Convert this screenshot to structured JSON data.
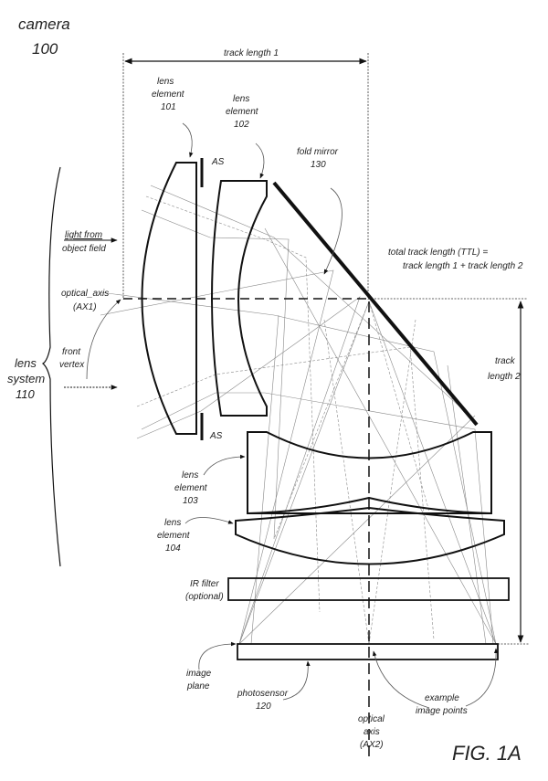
{
  "figure": {
    "title": "FIG. 1A",
    "camera_label": [
      "camera",
      "100"
    ],
    "track_length_1": "track length 1",
    "track_length_2": [
      "track",
      "length 2"
    ],
    "ttl": [
      "total track length (TTL) =",
      "track length 1 + track length 2"
    ],
    "lens_element_101": [
      "lens",
      "element",
      "101"
    ],
    "lens_element_102": [
      "lens",
      "element",
      "102"
    ],
    "lens_element_103": [
      "lens",
      "element",
      "103"
    ],
    "lens_element_104": [
      "lens",
      "element",
      "104"
    ],
    "fold_mirror": [
      "fold mirror",
      "130"
    ],
    "aperture_stop": "AS",
    "light_from": [
      "light from",
      "object field"
    ],
    "optical_axis_1": [
      "optical_axis",
      "(AX1)"
    ],
    "front_vertex": [
      "front",
      "vertex"
    ],
    "lens_system": [
      "lens",
      "system",
      "110"
    ],
    "ir_filter": [
      "IR filter",
      "(optional)"
    ],
    "image_plane": [
      "image",
      "plane"
    ],
    "photosensor": [
      "photosensor",
      "120"
    ],
    "example_points": [
      "example",
      "image points"
    ],
    "optical_axis_2": [
      "optical",
      "axis",
      "(AX2)"
    ]
  }
}
